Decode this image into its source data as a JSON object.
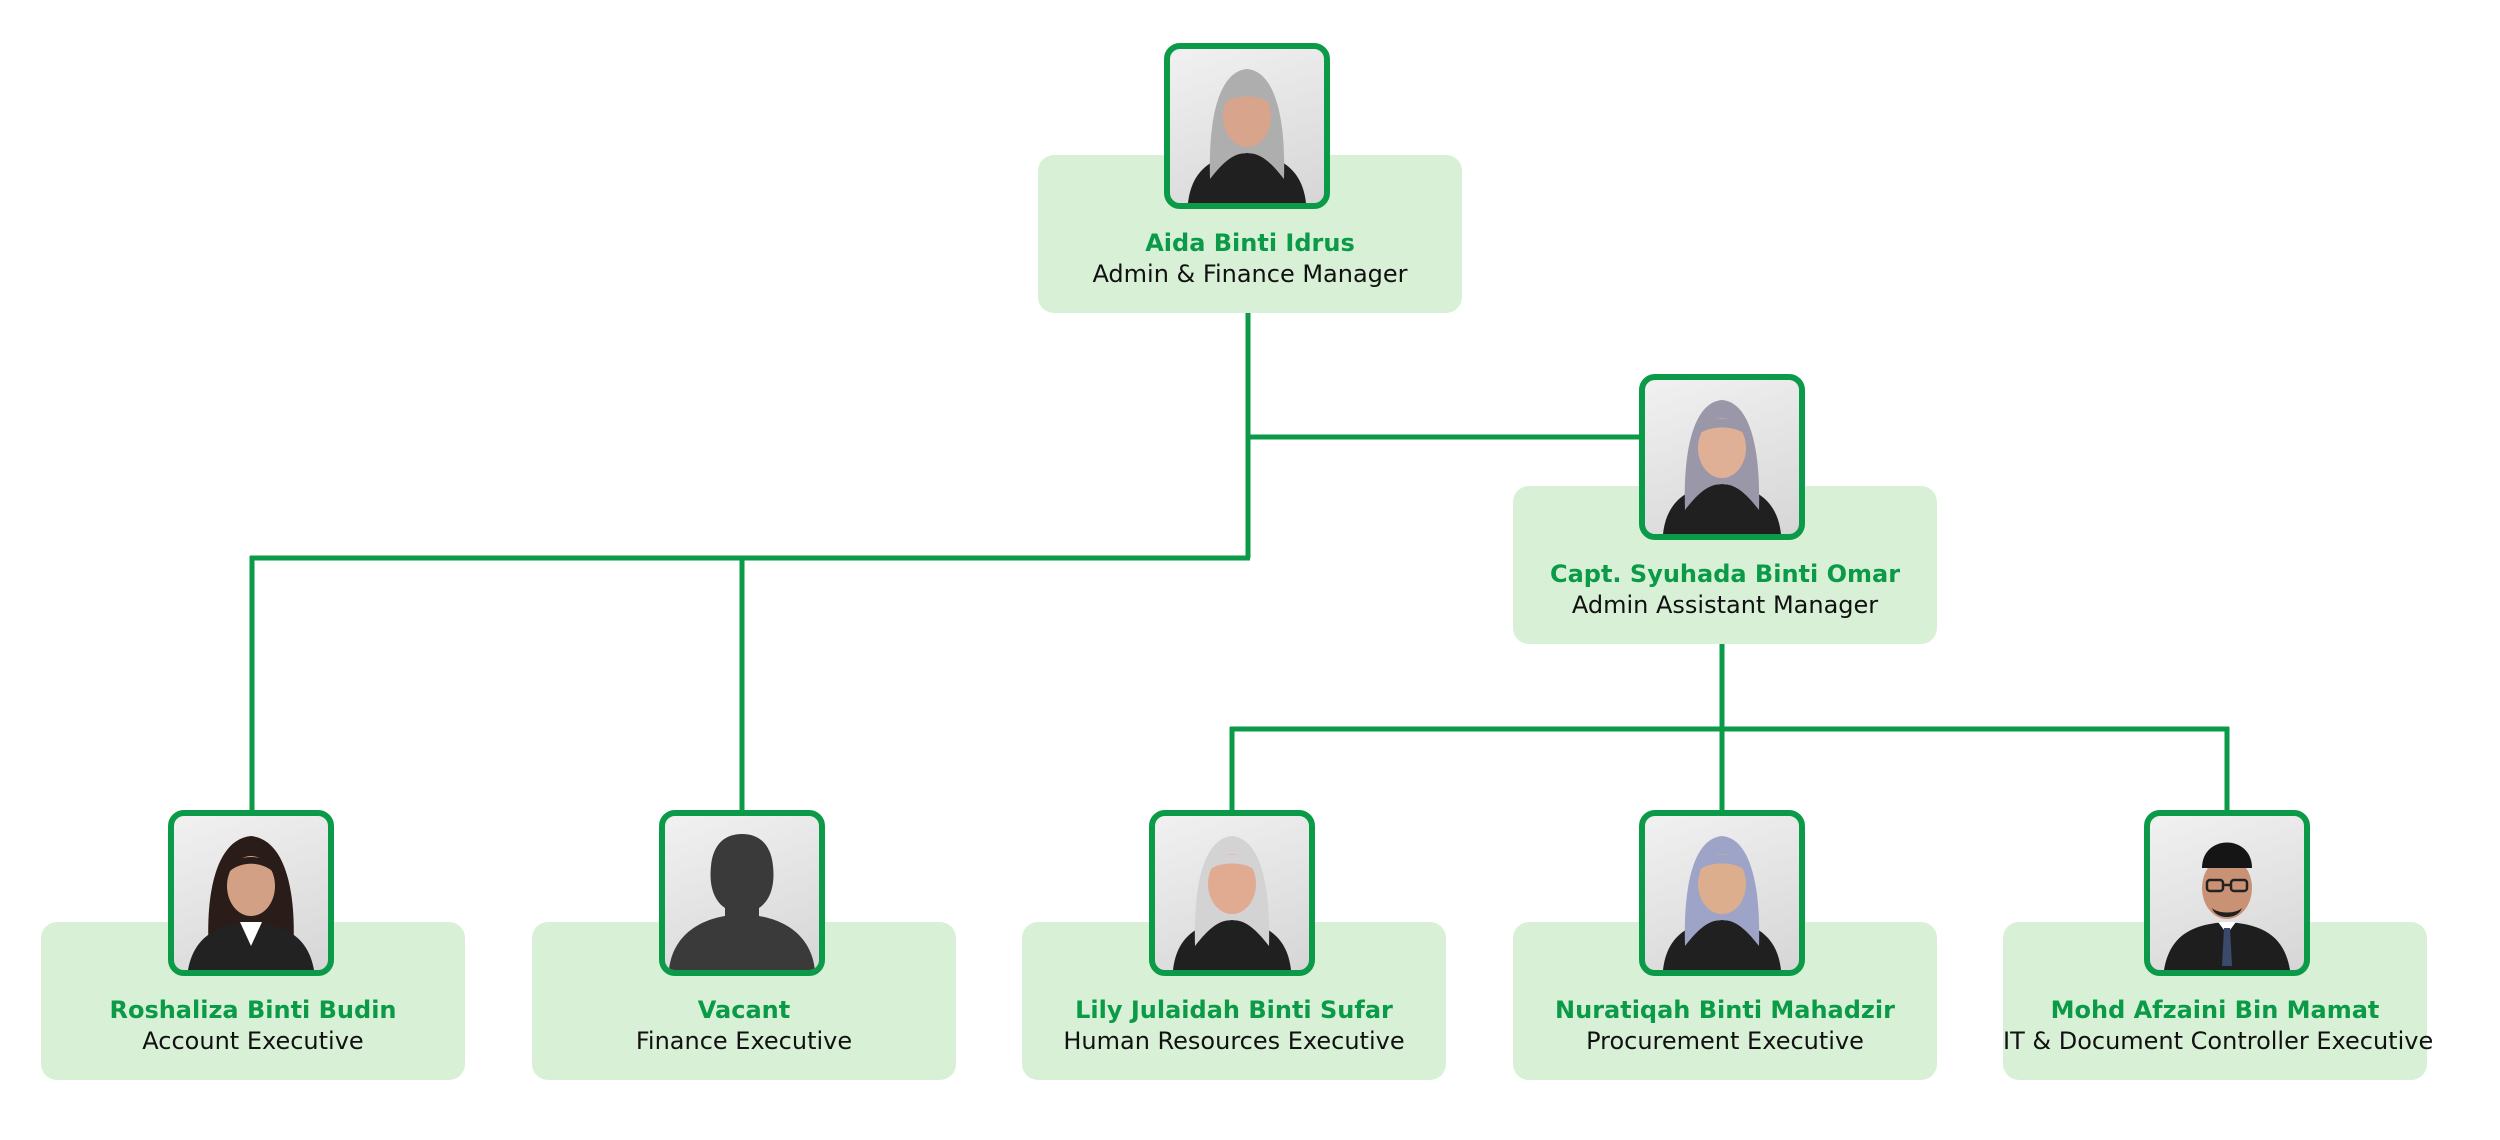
{
  "theme": {
    "accent": "#0a9a48",
    "card_bg": "#d8f1d6",
    "text": "#111111"
  },
  "manager": {
    "name": "Aida Binti Idrus",
    "role": "Admin & Finance Manager",
    "photo": {
      "icon": "portrait-hijab-icon",
      "scarf": "#aeaeae",
      "skin": "#d9a48c"
    }
  },
  "assistant": {
    "name": "Capt. Syuhada Binti Omar",
    "role": "Admin Assistant Manager",
    "photo": {
      "icon": "portrait-hijab-icon",
      "scarf": "#9a98a8",
      "skin": "#dfb095"
    }
  },
  "staff": [
    {
      "name": "Roshaliza Binti Budin",
      "role": "Account Executive",
      "photo": {
        "icon": "portrait-long-hair-icon",
        "hair": "#2a1c18",
        "skin": "#d2a084"
      }
    },
    {
      "name": "Vacant",
      "role": "Finance Executive",
      "photo": {
        "icon": "silhouette-placeholder-icon",
        "fill": "#3a3a3a"
      }
    },
    {
      "name": "Lily Julaidah Binti Sufar",
      "role": "Human Resources Executive",
      "photo": {
        "icon": "portrait-hijab-icon",
        "scarf": "#d3d3d3",
        "skin": "#e0ab90"
      }
    },
    {
      "name": "Nuratiqah Binti Mahadzir",
      "role": "Procurement Executive",
      "photo": {
        "icon": "portrait-hijab-icon",
        "scarf": "#9ea4c8",
        "skin": "#dcae8e"
      }
    },
    {
      "name": "Mohd Afzaini Bin Mamat",
      "role": "IT & Document Controller Executive",
      "photo": {
        "icon": "portrait-kopiah-glasses-icon",
        "cap": "#151515",
        "skin": "#c99274"
      }
    }
  ]
}
